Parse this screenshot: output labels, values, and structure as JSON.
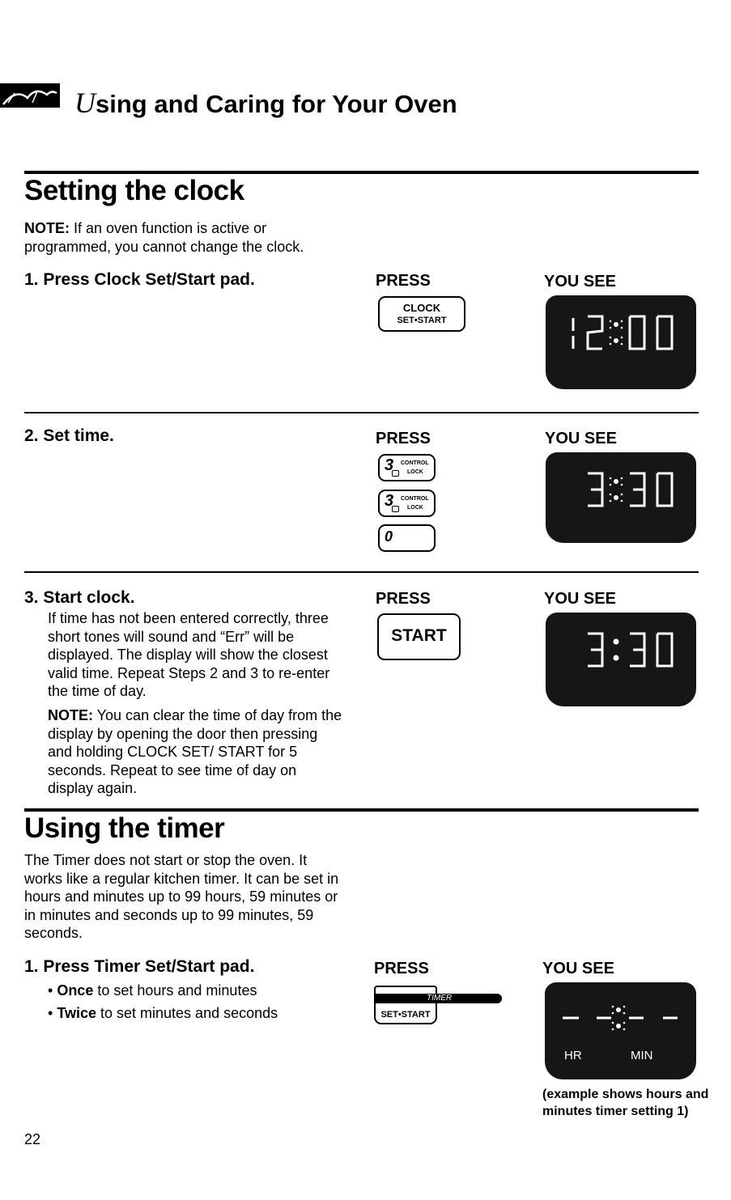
{
  "header": {
    "title_cap": "U",
    "title_rest": "sing and Caring for Your Oven"
  },
  "clock_section": {
    "heading": "Setting the clock",
    "note_label": "NOTE:",
    "note_text": " If an oven function is active or programmed, you cannot change the clock.",
    "step1": {
      "title": "1. Press Clock Set/Start pad.",
      "press": "PRESS",
      "you_see": "YOU SEE",
      "pad_line1": "CLOCK",
      "pad_line2": "SET•START"
    },
    "step2": {
      "title": "2. Set time.",
      "press": "PRESS",
      "you_see": "YOU SEE",
      "pad1_num": "3",
      "pad1_sub1": "CONTROL",
      "pad1_sub2": "LOCK",
      "pad2_num": "3",
      "pad2_sub1": "CONTROL",
      "pad2_sub2": "LOCK",
      "pad3_num": "0"
    },
    "step3": {
      "title": "3. Start clock.",
      "press": "PRESS",
      "you_see": "YOU SEE",
      "pad_label": "START",
      "body": "If time has not been entered correctly, three short tones will sound and “Err” will be displayed. The display will show the closest valid time. Repeat Steps 2 and 3 to re-enter the time of day.",
      "note_label": "NOTE:",
      "note_text": " You can clear the time of day from the display by opening the door then pressing and holding CLOCK SET/ START for 5 seconds. Repeat to see time of day on display again."
    }
  },
  "timer_section": {
    "heading": "Using the timer",
    "intro": "The Timer does not start or stop the oven. It works like a regular kitchen timer. It can be set in hours and minutes up to 99 hours, 59 minutes or in minutes and seconds up to 99 minutes, 59 seconds.",
    "step1": {
      "title": "1. Press Timer Set/Start pad.",
      "press": "PRESS",
      "you_see": "YOU SEE",
      "bullet1_bold": "Once",
      "bullet1_rest": " to set hours and minutes",
      "bullet2_bold": "Twice",
      "bullet2_rest": " to set minutes and seconds",
      "pad_bar": "TIMER",
      "pad_label": "SET•START",
      "display_hr": "HR",
      "display_min": "MIN",
      "caption": "(example shows hours and minutes timer setting 1)"
    }
  },
  "page_number": "22"
}
